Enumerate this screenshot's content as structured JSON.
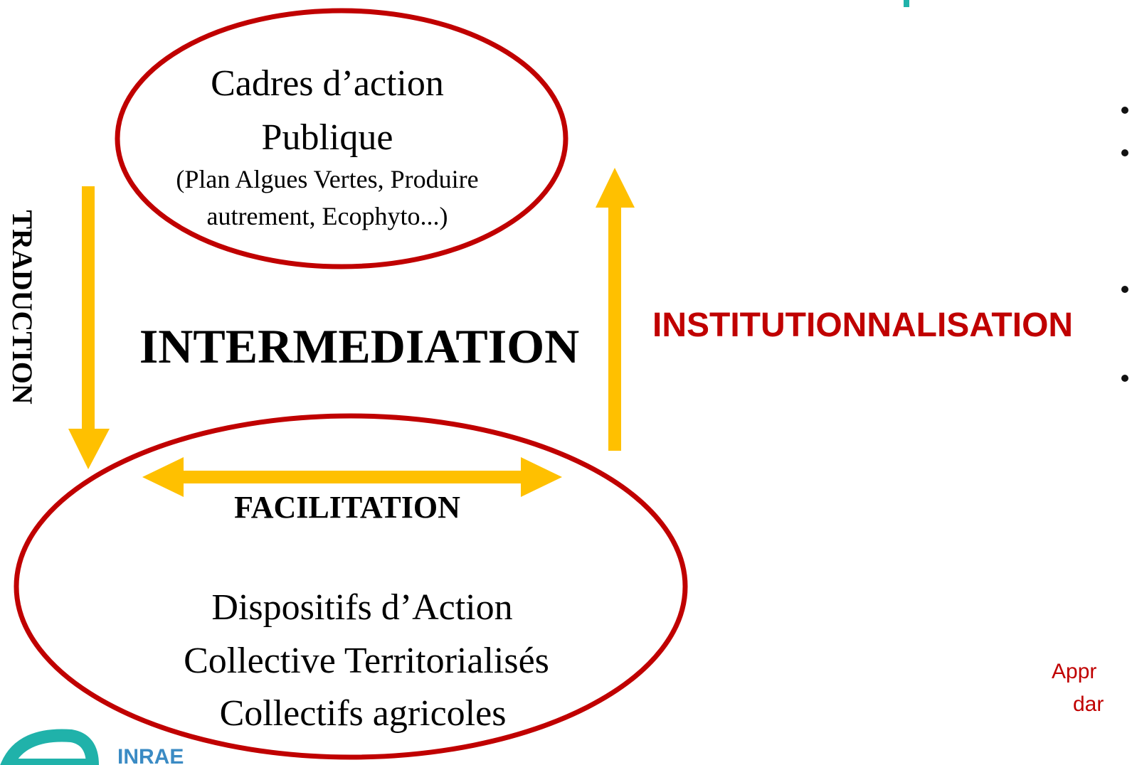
{
  "colors": {
    "ellipse_stroke": "#c00000",
    "arrow": "#ffc000",
    "institutionnalisation": "#c00000",
    "teal_logo": "#20b2aa",
    "inrae": "#3b8bc4",
    "bullet": "#111111"
  },
  "top_ellipse": {
    "line1": "Cadres d’action",
    "line2": "Publique",
    "line3": "(Plan Algues Vertes, Produire",
    "line4": "autrement, Ecophyto...)"
  },
  "center_label": "INTERMEDIATION",
  "left_arrow_label": "TRADUCTION",
  "right_label": "INSTITUTIONNALISATION",
  "facilitation_label": "FACILITATION",
  "bottom_ellipse": {
    "line1": "Dispositifs d’Action",
    "line2": "Collective Territorialisés",
    "line3": "Collectifs agricoles"
  },
  "cut_text": {
    "line1": "Appr",
    "line2": "dar"
  },
  "logo_text": "INRAE"
}
